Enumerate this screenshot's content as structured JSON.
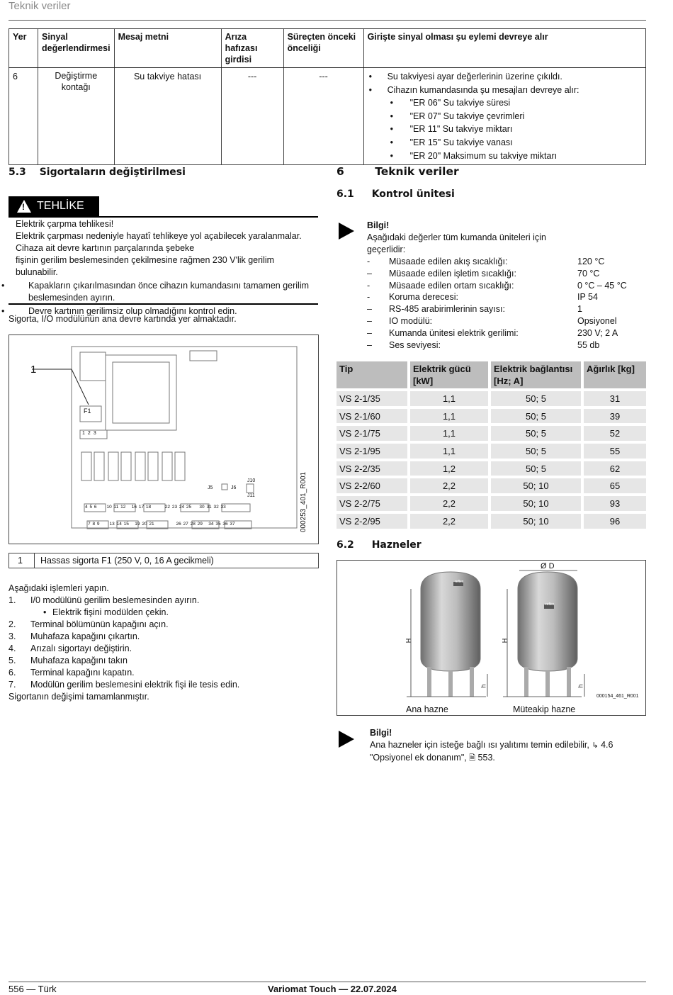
{
  "header": {
    "title": "Teknik veriler"
  },
  "signal_table": {
    "headers": [
      "Yer",
      "Sinyal değerlendirmesi",
      "Mesaj metni",
      "Arıza hafızası girdisi",
      "Süreçten önceki önceliği",
      "Girişte sinyal olması şu eylemi devreye alır"
    ],
    "row": {
      "yer": "6",
      "sinyal": "Değiştirme kontağı",
      "mesaj": "Su takviye hatası",
      "ariza": "---",
      "oncelik": "---",
      "eylem": [
        "Su takviyesi ayar değerlerinin üzerine çıkıldı.",
        "Cihazın kumandasında şu mesajları devreye alır:"
      ],
      "eylem_sub": [
        "\"ER 06\" Su takviye süresi",
        "\"ER 07\" Su takviye çevrimleri",
        "\"ER 11\" Su takviye miktarı",
        "\"ER 15\" Su takviye vanası",
        "\"ER 20\" Maksimum su takviye miktarı"
      ]
    }
  },
  "section_53": {
    "number": "5.3",
    "title": "Sigortaların değiştirilmesi",
    "danger": {
      "badge": "TEHLİKE",
      "lines": [
        "Elektrik çarpma tehlikesi!",
        "Elektrik çarpması nedeniyle hayatî tehlikeye yol açabilecek yaralanmalar.",
        "Cihaza ait devre kartının parçalarında şebeke",
        "fişinin gerilim beslemesinden çekilmesine rağmen 230 V'lik gerilim bulunabilir."
      ],
      "bullets": [
        "Kapakların çıkarılmasından önce cihazın kumandasını tamamen gerilim beslemesinden ayırın.",
        "Devre kartının gerilimsiz olup olmadığını kontrol edin."
      ]
    },
    "intro": "Sigorta, I/O modülünün ana devre kartında yer almaktadır.",
    "diagram": {
      "callout": "1",
      "fuse_label": "F1",
      "code": "000253_401_R001",
      "j5": "J5",
      "j6": "J6",
      "j10": "J10",
      "j11": "J11",
      "terminals_top_a": [
        "1",
        "2",
        "3"
      ],
      "terminals_row1": [
        "4",
        "5",
        "6",
        "10",
        "11",
        "12",
        "16",
        "17",
        "18",
        "22",
        "23",
        "24",
        "25",
        "30",
        "31",
        "32",
        "33"
      ],
      "terminals_row2": [
        "7",
        "8",
        "9",
        "13",
        "14",
        "15",
        "19",
        "20",
        "21",
        "26",
        "27",
        "28",
        "29",
        "34",
        "35",
        "36",
        "37"
      ]
    },
    "legend": {
      "number": "1",
      "text": "Hassas sigorta F1 (250 V, 0, 16 A gecikmeli)"
    },
    "steps_intro": "Aşağıdaki işlemleri yapın.",
    "steps": [
      {
        "num": "1.",
        "text": "I/0 modülünü gerilim beslemesinden ayırın."
      },
      {
        "num": "",
        "text": "Elektrik fişini modülden çekin.",
        "sub": true
      },
      {
        "num": "2.",
        "text": "Terminal bölümünün kapağını açın."
      },
      {
        "num": "3.",
        "text": "Muhafaza kapağını çıkartın."
      },
      {
        "num": "4.",
        "text": "Arızalı sigortayı değiştirin."
      },
      {
        "num": "5.",
        "text": "Muhafaza kapağını takın"
      },
      {
        "num": "6.",
        "text": "Terminal kapağını kapatın."
      },
      {
        "num": "7.",
        "text": "Modülün gerilim beslemesini elektrik fişi ile tesis edin."
      }
    ],
    "outro": "Sigortanın değişimi tamamlanmıştır."
  },
  "section_6": {
    "number": "6",
    "title": "Teknik veriler",
    "sub61": {
      "number": "6.1",
      "title": "Kontrol ünitesi"
    },
    "info1": {
      "head": "Bilgi!",
      "text1": "Aşağıdaki değerler tüm kumanda üniteleri için",
      "text2": "geçerlidir:",
      "specs": [
        {
          "dash": "-",
          "label": "Müsaade edilen akış sıcaklığı:",
          "value": "120 °C"
        },
        {
          "dash": "–",
          "label": "Müsaade edilen işletim sıcaklığı:",
          "value": "70 °C"
        },
        {
          "dash": "-",
          "label": "Müsaade edilen ortam sıcaklığı:",
          "value": "0 °C – 45 °C"
        },
        {
          "dash": "-",
          "label": "Koruma derecesi:",
          "value": "IP 54"
        },
        {
          "dash": "–",
          "label": "RS-485 arabirimlerinin sayısı:",
          "value": "1"
        },
        {
          "dash": "–",
          "label": "IO modülü:",
          "value": "Opsiyonel"
        },
        {
          "dash": "–",
          "label": "Kumanda ünitesi elektrik gerilimi:",
          "value": "230 V; 2 A"
        },
        {
          "dash": "–",
          "label": "Ses seviyesi:",
          "value": "55 db"
        }
      ]
    },
    "data_table": {
      "headers": [
        "Tip",
        "Elektrik gücü [kW]",
        "Elektrik bağlantısı [Hz; A]",
        "Ağırlık [kg]"
      ],
      "rows": [
        [
          "VS 2-1/35",
          "1,1",
          "50; 5",
          "31"
        ],
        [
          "VS 2-1/60",
          "1,1",
          "50; 5",
          "39"
        ],
        [
          "VS 2-1/75",
          "1,1",
          "50; 5",
          "52"
        ],
        [
          "VS 2-1/95",
          "1,1",
          "50; 5",
          "55"
        ],
        [
          "VS 2-2/35",
          "1,2",
          "50; 5",
          "62"
        ],
        [
          "VS 2-2/60",
          "2,2",
          "50; 10",
          "65"
        ],
        [
          "VS 2-2/75",
          "2,2",
          "50; 10",
          "93"
        ],
        [
          "VS 2-2/95",
          "2,2",
          "50; 10",
          "96"
        ]
      ]
    },
    "sub62": {
      "number": "6.2",
      "title": "Hazneler"
    },
    "tanks": {
      "diameter_label": "Ø D",
      "h_label": "H",
      "h_small": "h",
      "code": "000154_461_R001",
      "logo": "reflex",
      "label_main": "Ana hazne",
      "label_follow": "Müteakip hazne"
    },
    "info2": {
      "head": "Bilgi!",
      "line1": "Ana hazneler için isteğe bağlı ısı yalıtımı temin edilebilir, ",
      "ref1": "4.6",
      "line2": "\"Opsiyonel ek donanım\", ",
      "ref2": "553."
    }
  },
  "footer": {
    "page": "556 — Türk",
    "doc": "Variomat Touch — 22.07.2024"
  }
}
